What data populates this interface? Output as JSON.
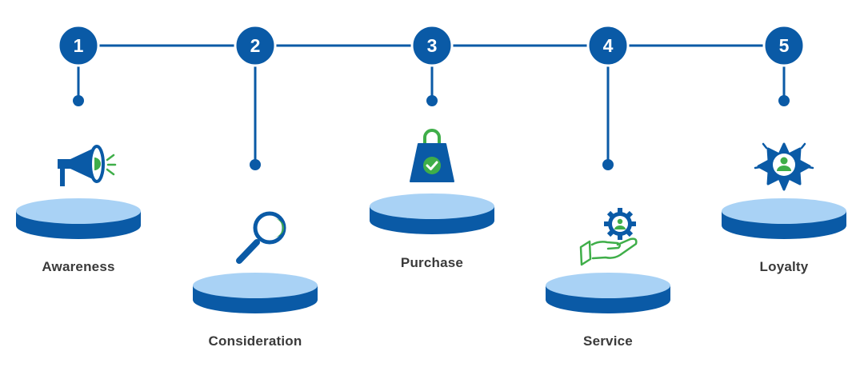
{
  "colors": {
    "primary": "#0a5aa6",
    "platform_top": "#a9d2f5",
    "accent_green": "#3fae49",
    "text": "#3a3a3a"
  },
  "steps": [
    {
      "number": "1",
      "label": "Awareness",
      "icon": "megaphone-icon"
    },
    {
      "number": "2",
      "label": "Consideration",
      "icon": "magnifier-icon"
    },
    {
      "number": "3",
      "label": "Purchase",
      "icon": "shopping-bag-check-icon"
    },
    {
      "number": "4",
      "label": "Service",
      "icon": "hand-gear-icon"
    },
    {
      "number": "5",
      "label": "Loyalty",
      "icon": "star-badge-user-icon"
    }
  ]
}
